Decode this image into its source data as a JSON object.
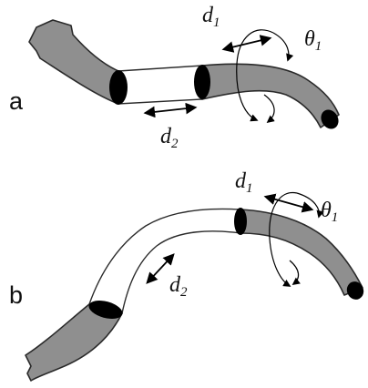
{
  "panels": [
    {
      "label": "a",
      "d1": {
        "main": "d",
        "sub": "1"
      },
      "theta1": {
        "main": "θ",
        "sub": "1"
      },
      "d2": {
        "main": "d",
        "sub": "2"
      }
    },
    {
      "label": "b",
      "d1": {
        "main": "d",
        "sub": "1"
      },
      "theta1": {
        "main": "θ",
        "sub": "1"
      },
      "d2": {
        "main": "d",
        "sub": "2"
      }
    }
  ],
  "colors": {
    "tube_fill": "#8f8f8f",
    "tube_outline": "#2a2a2a",
    "joint": "#000000",
    "background": "#ffffff"
  },
  "icons": [
    "double-arrow-icon",
    "rotation-arrow-icon"
  ]
}
